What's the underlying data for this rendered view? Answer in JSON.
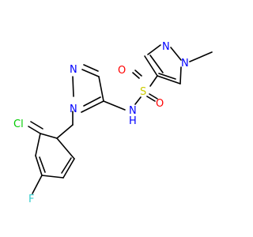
{
  "molecule": {
    "atoms": [
      {
        "id": "n_me1",
        "label": "N",
        "color": "#0000FF"
      },
      {
        "id": "n_me2",
        "label": "N",
        "color": "#0000FF"
      },
      {
        "id": "s",
        "label": "S",
        "color": "#CCCC00"
      },
      {
        "id": "o1",
        "label": "O",
        "color": "#FF0000"
      },
      {
        "id": "o2",
        "label": "O",
        "color": "#FF0000"
      },
      {
        "id": "n_nh",
        "label": "N",
        "color": "#0000FF"
      },
      {
        "id": "h_nh",
        "label": "H",
        "color": "#0000FF"
      },
      {
        "id": "n_p1",
        "label": "N",
        "color": "#0000FF"
      },
      {
        "id": "n_p2",
        "label": "N",
        "color": "#0000FF"
      },
      {
        "id": "cl",
        "label": "Cl",
        "color": "#00CC00"
      },
      {
        "id": "f",
        "label": "F",
        "color": "#33CCCC"
      }
    ]
  }
}
